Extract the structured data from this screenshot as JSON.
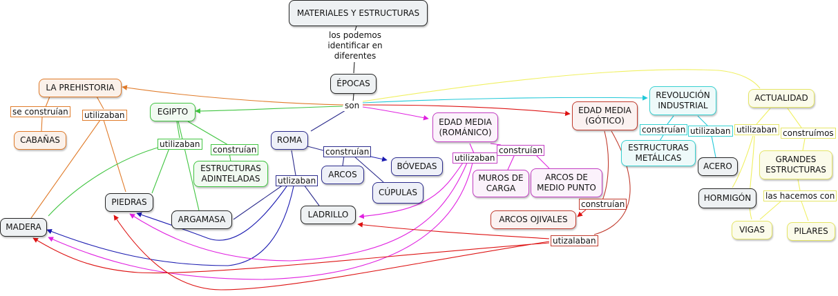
{
  "nodes": {
    "materiales": "MATERIALES Y ESTRUCTURAS",
    "epocas": "ÉPOCAS",
    "prehistoria": "LA PREHISTORIA",
    "cabanas": "CABAÑAS",
    "egipto": "EGIPTO",
    "estructuras_adinteladas": "ESTRUCTURAS ADINTELADAS",
    "roma": "ROMA",
    "arcos": "ARCOS",
    "bovedas": "BÓVEDAS",
    "cupulas": "CÚPULAS",
    "ladrillo": "LADRILLO",
    "piedras": "PIEDRAS",
    "argamasa": "ARGAMASA",
    "madera": "MADERA",
    "romanico": "EDAD MEDIA (ROMÁNICO)",
    "muros": "MUROS DE CARGA",
    "arcos_medio_punto": "ARCOS DE MEDIO PUNTO",
    "gotico": "EDAD MEDIA (GÓTICO)",
    "arcos_ojivales": "ARCOS OJIVALES",
    "revolucion": "REVOLUCIÓN INDUSTRIAL",
    "estructuras_metalicas": "ESTRUCTURAS METÁLICAS",
    "acero": "ACERO",
    "actualidad": "ACTUALIDAD",
    "grandes_estructuras": "GRANDES ESTRUCTURAS",
    "hormigon": "HORMIGÓN",
    "vigas": "VIGAS",
    "pilares": "PILARES"
  },
  "links": {
    "identificar": "los podemos identificar en diferentes",
    "son": "son",
    "se_construian": "se construían",
    "prehist_utilizaban": "utilizaban",
    "egipto_utilizaban": "utilizaban",
    "egipto_construian": "construían",
    "roma_construian": "construían",
    "roma_utlizaban": "utlizaban",
    "romanico_utilizaban": "utilizaban",
    "romanico_construian": "construían",
    "gotico_construian": "construían",
    "gotico_utizalaban": "utizalaban",
    "revolucion_construian": "construían",
    "revolucion_utilizaban": "utilizaban",
    "actualidad_utilizaban": "utilizaban",
    "actualidad_construimos": "construímos",
    "las_hacemos_con": "las hacemos con"
  },
  "colors": {
    "prehistoria": "#e07a28",
    "egipto": "#3fc43f",
    "roma": "#2b2b8c",
    "romanico": "#c23cc2",
    "gotico": "#c0392b",
    "revolucion": "#35d1d1",
    "actualidad": "#e5e565",
    "neutral": "#222222"
  }
}
